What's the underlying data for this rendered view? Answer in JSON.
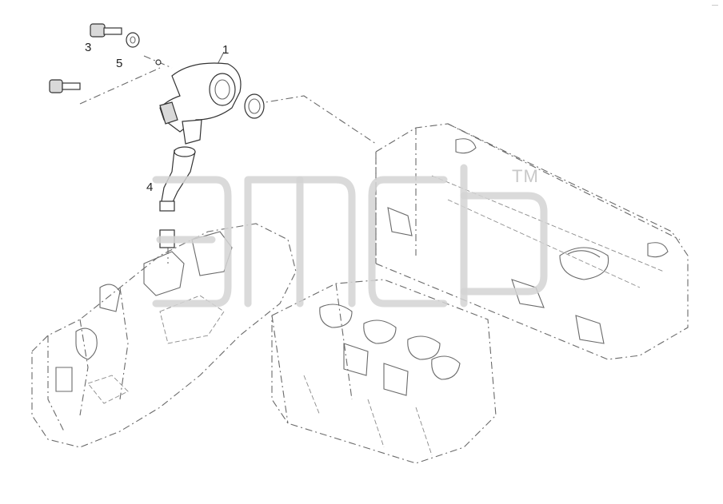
{
  "diagram": {
    "callouts": [
      {
        "id": "1",
        "label": "1"
      },
      {
        "id": "3",
        "label": "3"
      },
      {
        "id": "4",
        "label": "4"
      },
      {
        "id": "5",
        "label": "5"
      }
    ],
    "watermark": {
      "mark": "TM"
    },
    "corner_mark": "—"
  },
  "colors": {
    "line": "#6a6a6a",
    "part_outline": "#333333",
    "watermark": "#d3d3d3",
    "background": "#ffffff"
  }
}
